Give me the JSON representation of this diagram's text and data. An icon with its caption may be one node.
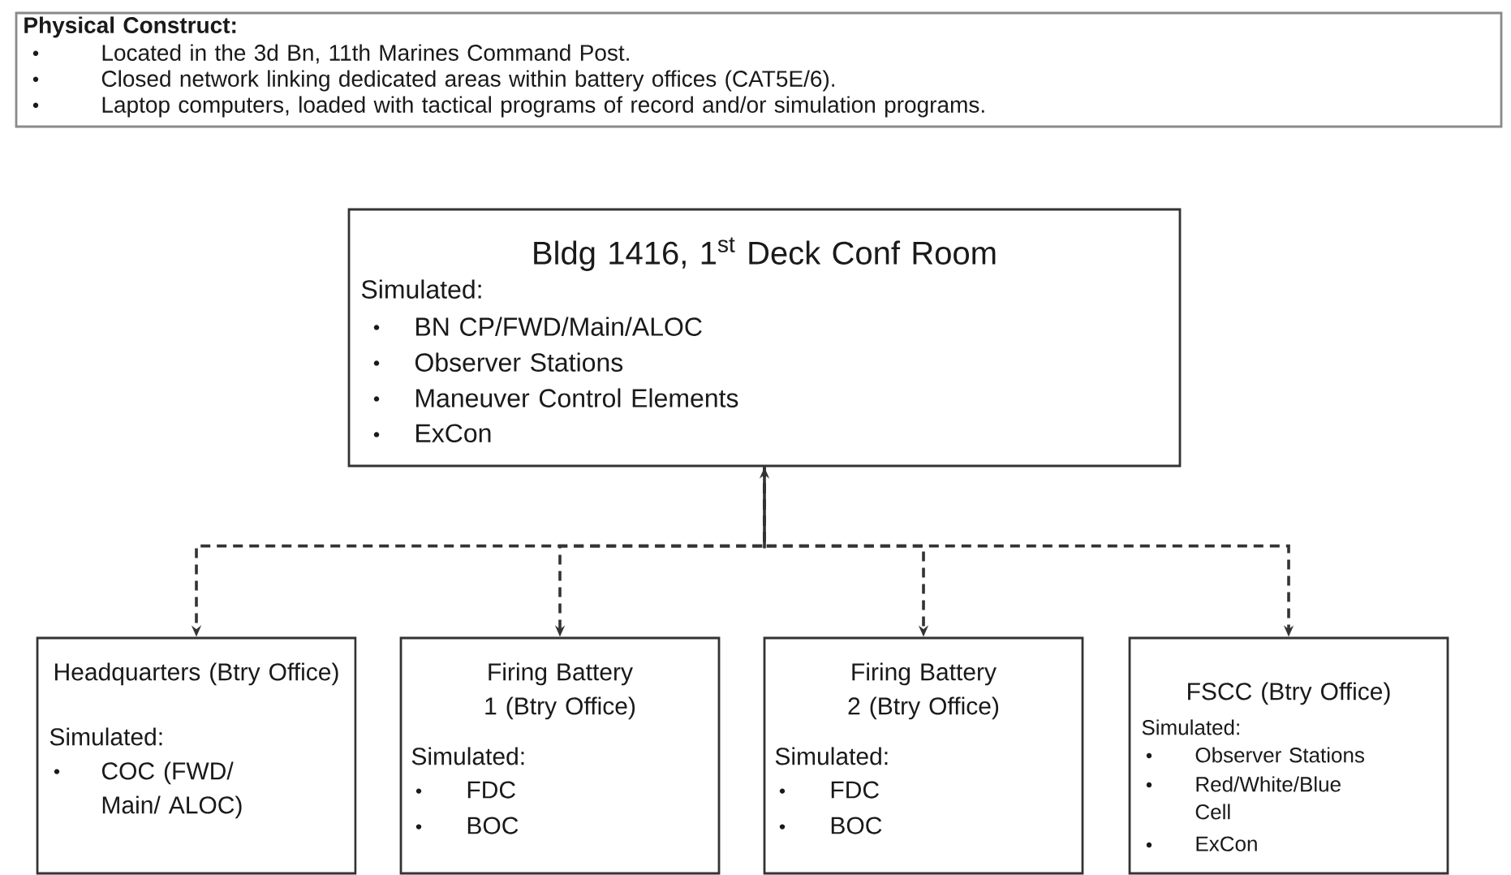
{
  "diagram": {
    "nodes": [
      {
        "text": [
          "Physical Construct:",
          "Located in the 3d Bn, 11th Marines Command Post.",
          "Closed network linking dedicated areas within battery offices (CAT5E/6).",
          "Laptop computers, loaded with tactical programs of record and/or simulation programs."
        ]
      },
      {
        "text": [
          "Bldg 1416, 1$^{st}$ Deck Conf Room",
          "Simulated:",
          "BN CP/FWD/Main/ALOC",
          "Observer Stations",
          "Maneuver Control Elements",
          "ExCon"
        ]
      },
      {
        "text": [
          "Headquarters (Btry Office)",
          "Simulated:",
          "COC (FWD/ Main/ ALOC)"
        ]
      },
      {
        "text": [
          "Firing Battery 1 (Btry Office)",
          "Simulated:",
          "FDC",
          "BOC"
        ]
      },
      {
        "text": [
          "Firing Battery 2 (Btry Office)",
          "Simulated:",
          "FDC",
          "BOC"
        ]
      },
      {
        "text": [
          "FSCC (Btry Office)",
          "Simulated:",
          "Observer Stations",
          "Red/White/Blue Cell",
          "ExCon"
        ]
      }
    ],
    "edges": [
      {
        "from": 1,
        "to": 2,
        "arrow": "both",
        "style": "dashed"
      },
      {
        "from": 1,
        "to": 3,
        "arrow": "both",
        "style": "dashed"
      },
      {
        "from": 1,
        "to": 4,
        "arrow": "both",
        "style": "dashed"
      },
      {
        "from": 1,
        "to": 5,
        "arrow": "both",
        "style": "dashed"
      }
    ]
  }
}
